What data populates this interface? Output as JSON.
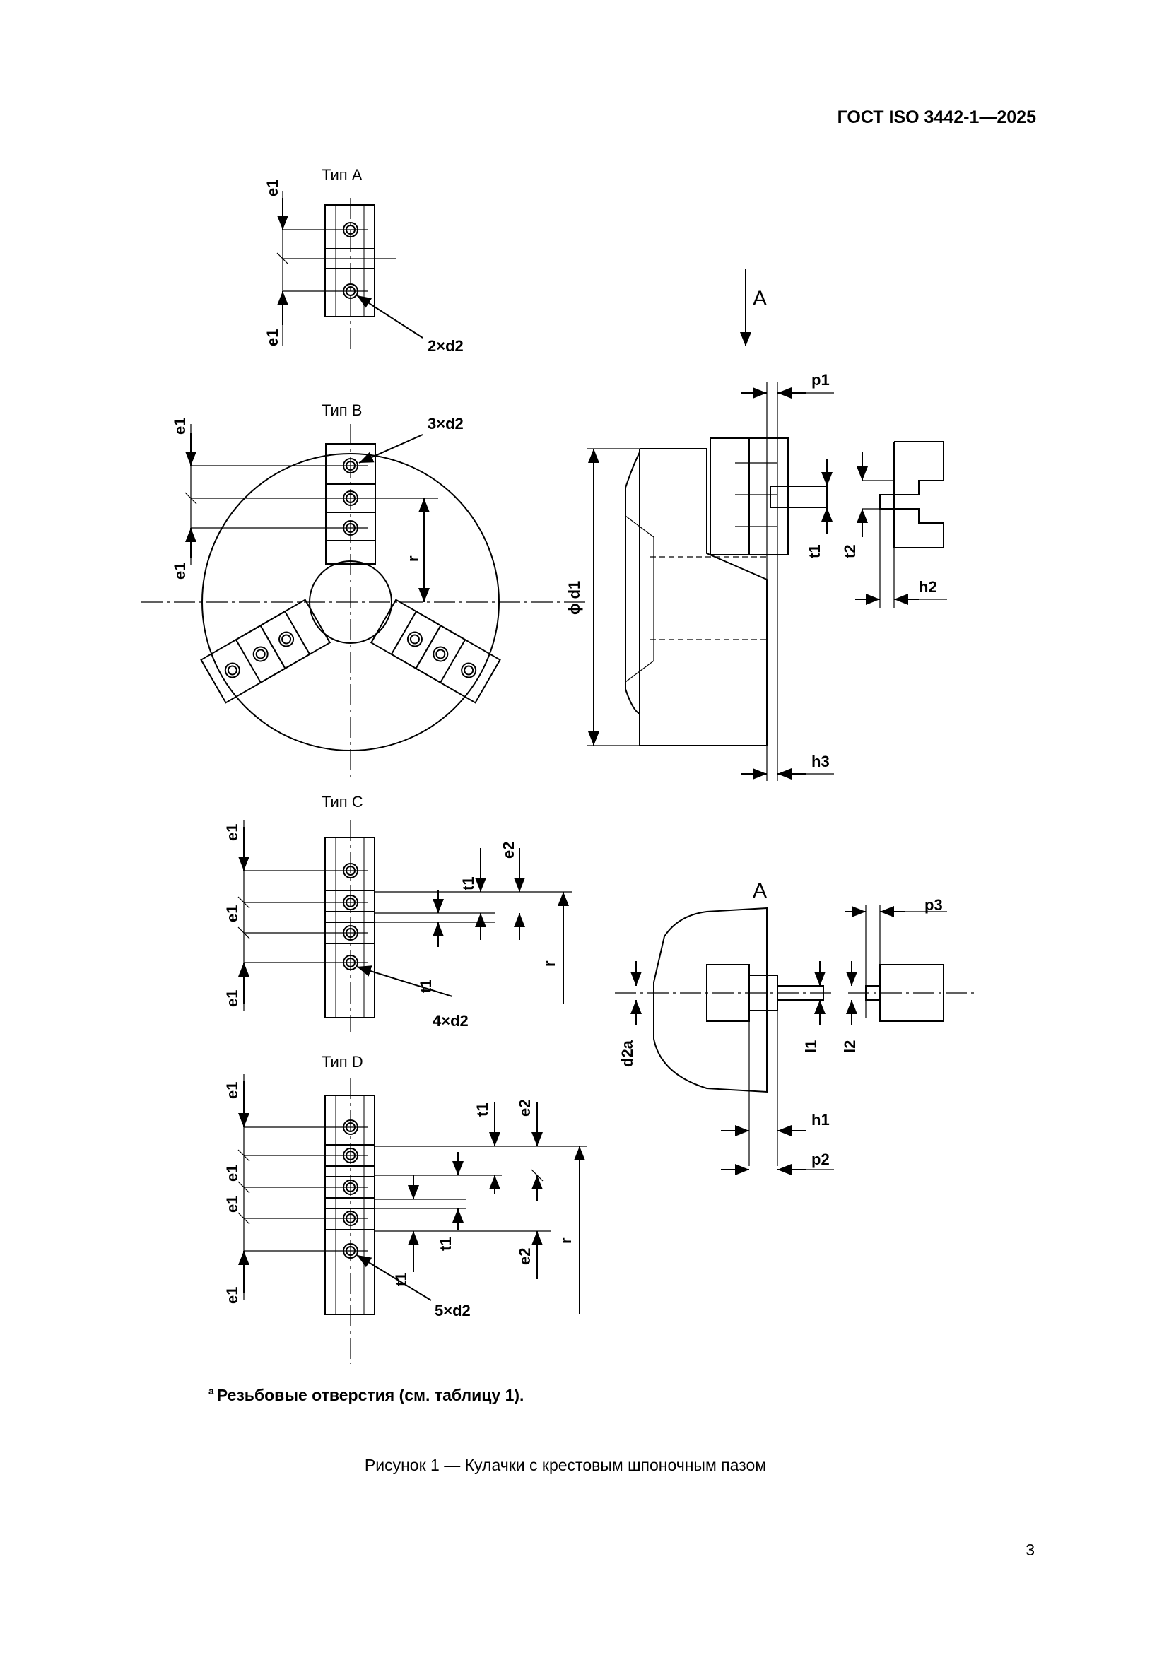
{
  "header": {
    "standard": "ГОСТ ISO 3442-1—2025"
  },
  "figure": {
    "type_a": "Тип А",
    "type_b": "Тип В",
    "type_c": "Тип С",
    "type_d": "Тип D",
    "view_a": "А",
    "view_a_section": "A",
    "labels": {
      "holes_2": "2×d2",
      "holes_3": "3×d2",
      "holes_4": "4×d2",
      "holes_5": "5×d2",
      "e1": "e1",
      "e2": "e2",
      "r": "r",
      "t1": "t1",
      "t2": "t2",
      "p1": "p1",
      "p2": "p2",
      "p3": "p3",
      "h1": "h1",
      "h2": "h2",
      "h3": "h3",
      "l1": "l1",
      "l2": "l2",
      "d1": "ϕ d1",
      "d2a": "d2a"
    }
  },
  "footnote": {
    "marker": "a",
    "text": "Резьбовые отверстия (см. таблицу 1)."
  },
  "caption": "Рисунок 1 — Кулачки с крестовым шпоночным пазом",
  "page_number": "3"
}
